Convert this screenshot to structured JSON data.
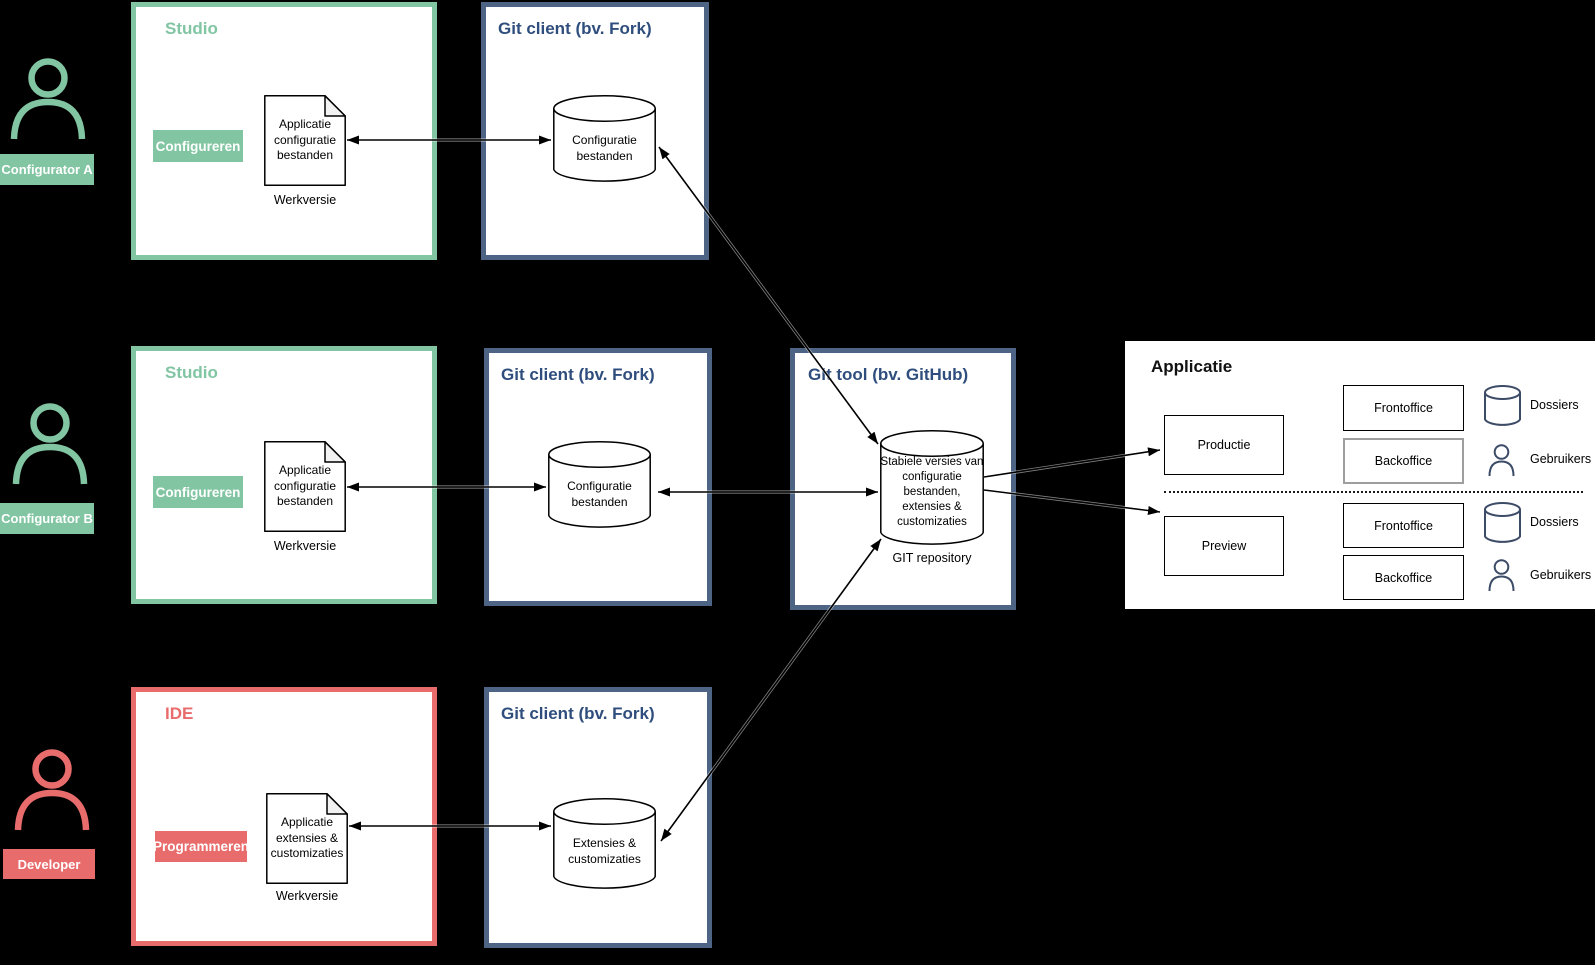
{
  "personas": [
    {
      "label": "Configurator A"
    },
    {
      "label": "Configurator B"
    },
    {
      "label": "Developer"
    }
  ],
  "boxes": {
    "studio1": {
      "title": "Studio",
      "action": "Configureren",
      "doc": "Applicatie configuratie bestanden",
      "caption": "Werkversie"
    },
    "gitclient1": {
      "title": "Git client (bv. Fork)",
      "store": "Configuratie bestanden"
    },
    "studio2": {
      "title": "Studio",
      "action": "Configureren",
      "doc": "Applicatie configuratie bestanden",
      "caption": "Werkversie"
    },
    "gitclient2": {
      "title": "Git client (bv. Fork)",
      "store": "Configuratie bestanden"
    },
    "gittool": {
      "title": "Git tool (bv. GitHub)",
      "store": "Stabiele versies van configuratie bestanden, extensies & customizaties",
      "caption": "GIT repository"
    },
    "ide": {
      "title": "IDE",
      "action": "Programmeren",
      "doc": "Applicatie extensies & customizaties",
      "caption": "Werkversie"
    },
    "gitclient3": {
      "title": "Git client (bv. Fork)",
      "store": "Extensies & customizaties"
    },
    "applicatie": {
      "title": "Applicatie",
      "production": {
        "env": "Productie",
        "front": "Frontoffice",
        "back": "Backoffice",
        "dossiers": "Dossiers",
        "gebruikers": "Gebruikers"
      },
      "preview": {
        "env": "Preview",
        "front": "Frontoffice",
        "back": "Backoffice",
        "dossiers": "Dossiers",
        "gebruikers": "Gebruikers"
      }
    }
  },
  "colors": {
    "green": "#82c5a2",
    "blue_border": "#4d6485",
    "blue_text": "#2f4e7d",
    "red": "#e96c6c",
    "navy_icon": "#3c4b66",
    "background": "#000000"
  }
}
